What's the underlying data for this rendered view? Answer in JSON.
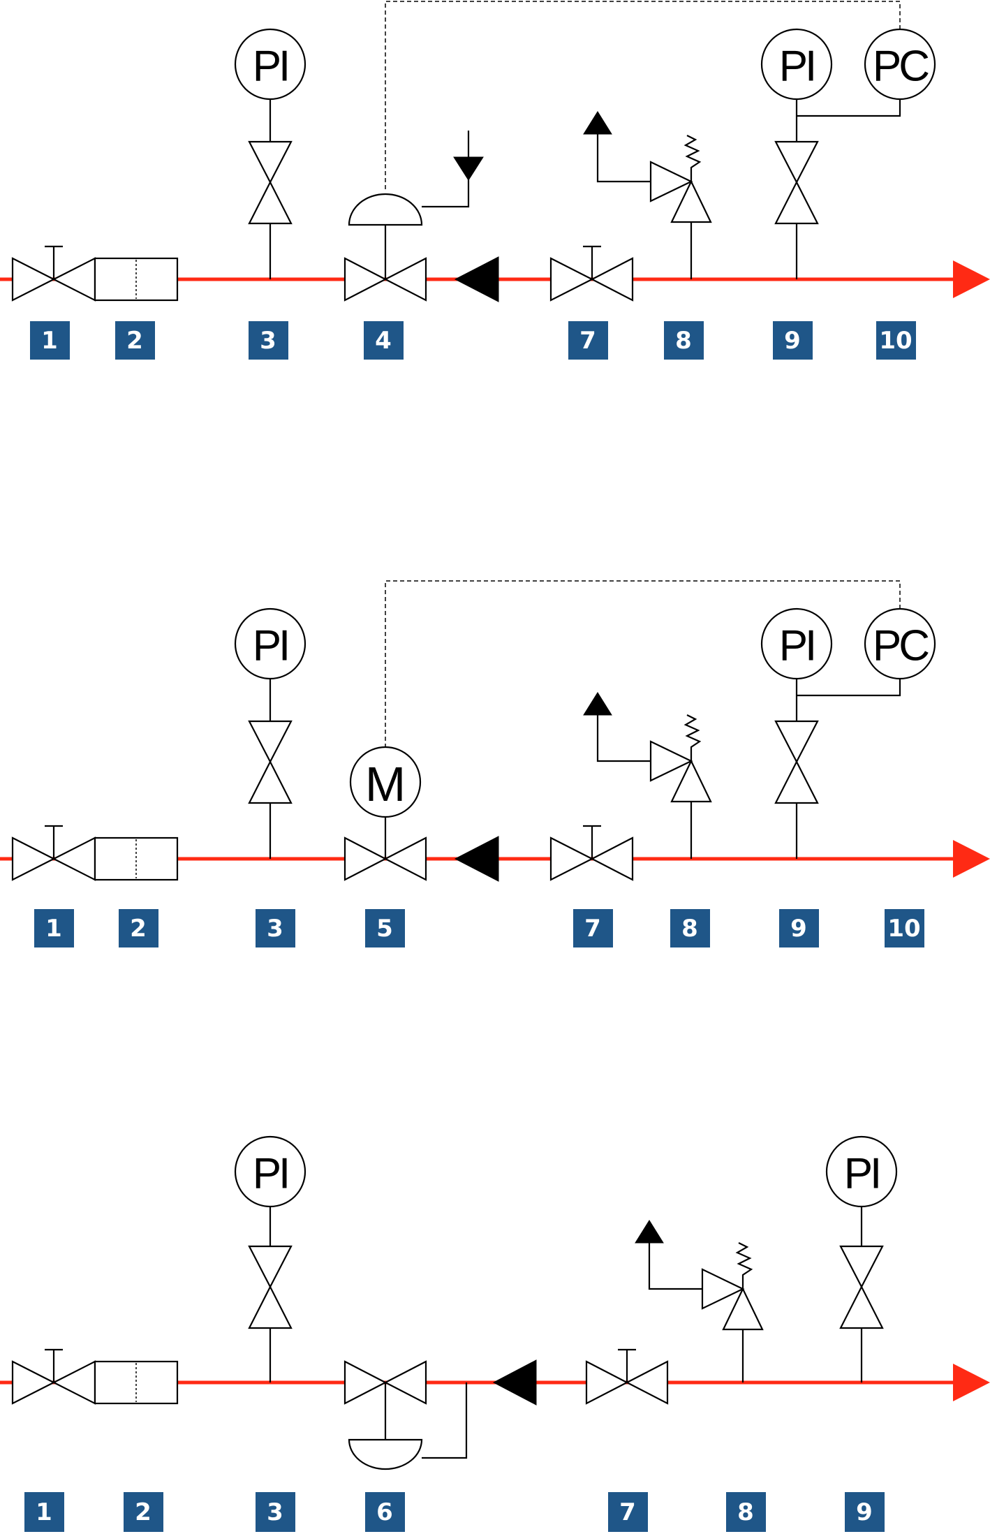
{
  "colors": {
    "pipe": "#ff2a14",
    "badge": "#1f5688",
    "badge_text": "#ffffff",
    "line": "#000000"
  },
  "instruments": {
    "pressure_indicator": "PI",
    "pressure_controller": "PC",
    "motor": "M"
  },
  "rows": [
    {
      "id": "row-1",
      "components": [
        "manual-valve",
        "filter",
        "pressure-gauge-branch",
        "diaphragm-control-valve",
        "check-valve",
        "manual-valve",
        "relief-valve",
        "pressure-gauge-branch",
        "pressure-controller"
      ],
      "badges": [
        "1",
        "2",
        "3",
        "4",
        "7",
        "8",
        "9",
        "10"
      ]
    },
    {
      "id": "row-2",
      "components": [
        "manual-valve",
        "filter",
        "pressure-gauge-branch",
        "motor-valve",
        "check-valve",
        "manual-valve",
        "relief-valve",
        "pressure-gauge-branch",
        "pressure-controller"
      ],
      "badges": [
        "1",
        "2",
        "3",
        "5",
        "7",
        "8",
        "9",
        "10"
      ]
    },
    {
      "id": "row-3",
      "components": [
        "manual-valve",
        "filter",
        "pressure-gauge-branch",
        "self-operated-regulator",
        "check-valve",
        "manual-valve",
        "relief-valve",
        "pressure-gauge-branch"
      ],
      "badges": [
        "1",
        "2",
        "3",
        "6",
        "7",
        "8",
        "9"
      ]
    }
  ]
}
